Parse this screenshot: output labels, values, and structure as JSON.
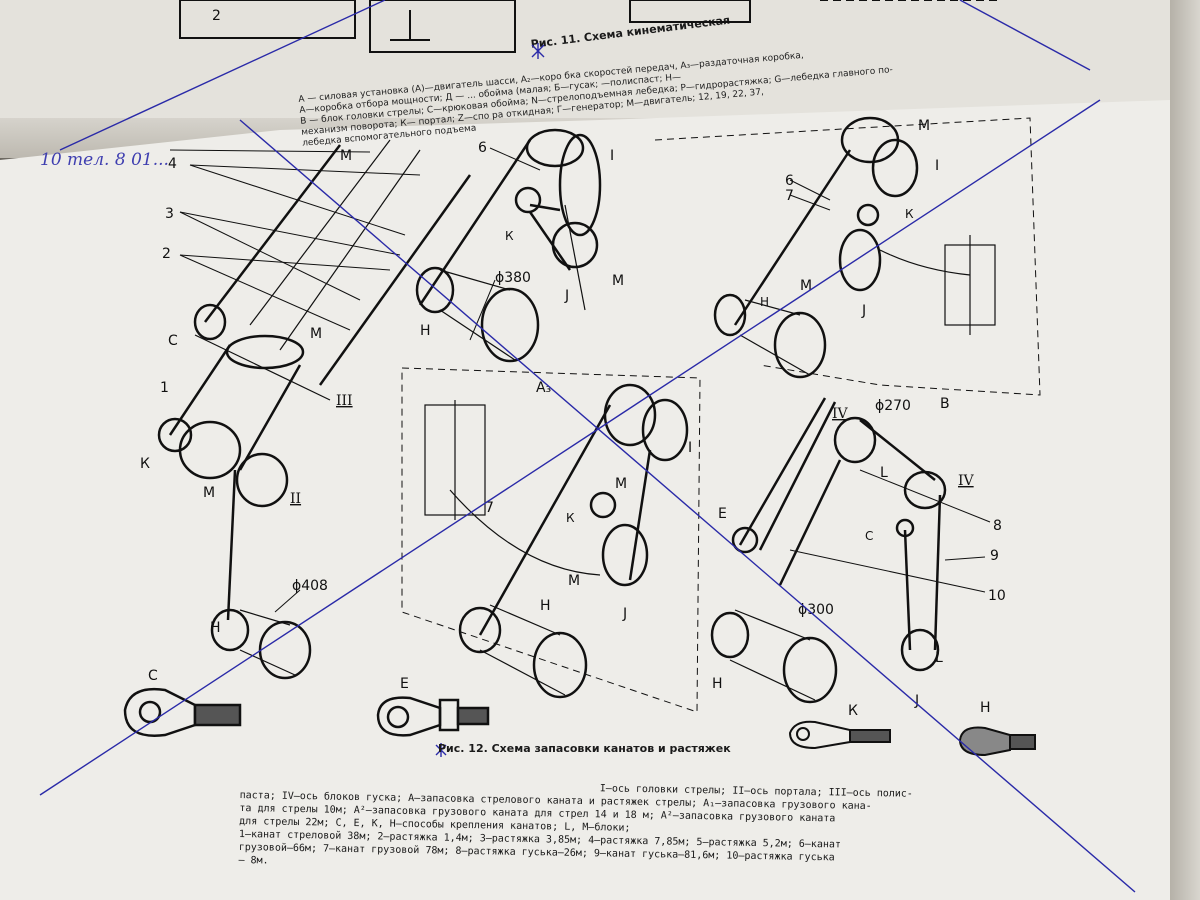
{
  "fig11": {
    "caption": "Рис. 11. Схема кинематическая",
    "legend": [
      "А — силовая установка (А)—двигатель шасси, А₂—коро бка скоростей передач, А₃—раздаточная коробка,",
      "А—коробка отбора мощности;  Д — ...  обойма (малая;  Б—гусак;  —полиспаст; Н—",
      "В — блок головки стрелы;  С—крюковая обойма;  N—стрелоподъемная лебедка;  Р—гидрорастяжка;  G—лебедка главного по-",
      "механизм поворота;  К— портал;  Z—спо ра откидная;  Г—генератор;  М—двигатель;  12, 19, 22, 37,",
      "лебедка вспомогательного подъема"
    ]
  },
  "handwriting": "10 тел. 8 01...",
  "fig12": {
    "caption": "Рис. 12. Схема запасовки канатов и растяжек",
    "legend": [
      "I—ось головки стрелы; II—ось портала; III—ось полис-",
      "паста; IV—ось блоков гуска; А—запасовка стрелового каната и растяжек стрелы; А₁—запасовка грузового кана-",
      "та для стрелы 10м; А²—запасовка грузового каната для стрел 14 и 18 м;  А²—запасовка грузового каната",
      "для стрелы 22м; С, Е, К, Н—способы крепления канатов; L, М—блоки;",
      "1—канат стреловой 38м; 2—растяжка 1,4м; 3—растяжка 3,85м; 4—растяжка 7,85м; 5—растяжка 5,2м; 6—канат",
      "грузовой—66м; 7—канат грузовой 78м; 8—растяжка гуська—26м; 9—канат гуська—81,6м; 10—растяжка гуська",
      "— 8м."
    ]
  },
  "labels": {
    "n4": "4",
    "n3": "3",
    "n2": "2",
    "n1": "1",
    "n6": "6",
    "n67": "6\n7",
    "n7": "7",
    "n8": "8",
    "n9": "9",
    "n10": "10",
    "C": "С",
    "M": "М",
    "K": "К",
    "H": "Н",
    "E": "Е",
    "L": "L",
    "J": "Ј",
    "I": "I",
    "II": "II",
    "III": "III",
    "IV": "IV",
    "B": "В",
    "A3": "А₃",
    "d380": "ϕ380",
    "d408": "ϕ408",
    "d300": "ϕ300",
    "d270": "ϕ270",
    "top2": "2"
  },
  "colors": {
    "ink": "#111111",
    "pen": "#2a2aa8",
    "paper": "#eeede9"
  }
}
